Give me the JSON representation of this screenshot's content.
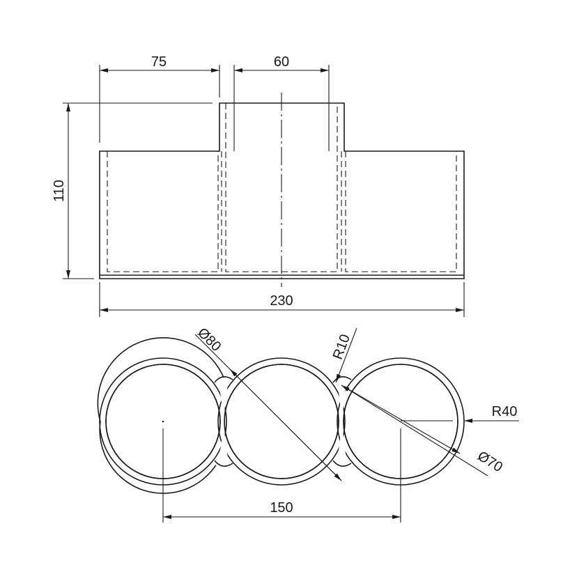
{
  "dimensions": {
    "top_left_width": "75",
    "top_neck_width": "60",
    "height": "110",
    "total_length": "230",
    "diameter_outer": "Ø80",
    "fillet_radius": "R10",
    "arc_radius": "R40",
    "diameter_inner": "Ø70",
    "center_distance": "150"
  }
}
